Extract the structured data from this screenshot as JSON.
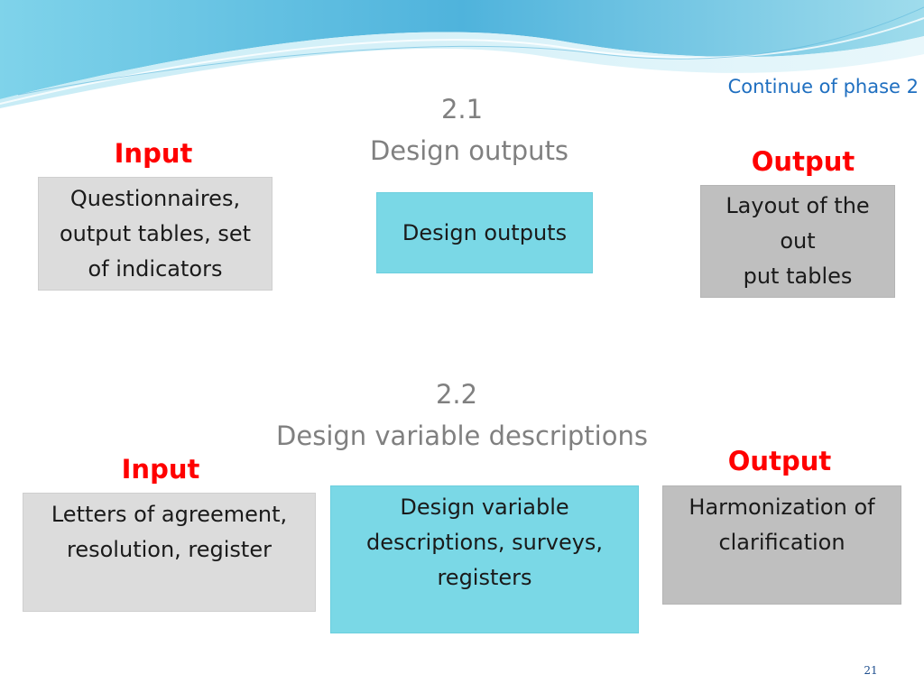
{
  "header": {
    "note": "Continue of phase 2"
  },
  "section_1": {
    "number": "2.1",
    "title": "Design outputs",
    "input_label": "Input",
    "input_lines": [
      "Questionnaires,",
      "output tables, set",
      "of indicators"
    ],
    "process_lines": [
      "Design outputs"
    ],
    "output_label": "Output",
    "output_lines": [
      "Layout of the",
      "out",
      "put tables"
    ]
  },
  "section_2": {
    "number": "2.2",
    "title": "Design variable descriptions",
    "input_label": "Input",
    "input_lines": [
      "Letters of agreement,",
      "resolution, register"
    ],
    "process_lines": [
      "Design variable",
      "descriptions, surveys,",
      "registers"
    ],
    "output_label": "Output",
    "output_lines": [
      "Harmonization of",
      "clarification"
    ]
  },
  "footer": {
    "page_number": "21"
  },
  "colors": {
    "label_red": "#ff0000",
    "title_grey": "#808080",
    "note_blue": "#1f6fc0",
    "box_light_grey": "#dcdcdc",
    "box_dark_grey": "#bfbfbf",
    "box_cyan": "#7ad8e6"
  }
}
